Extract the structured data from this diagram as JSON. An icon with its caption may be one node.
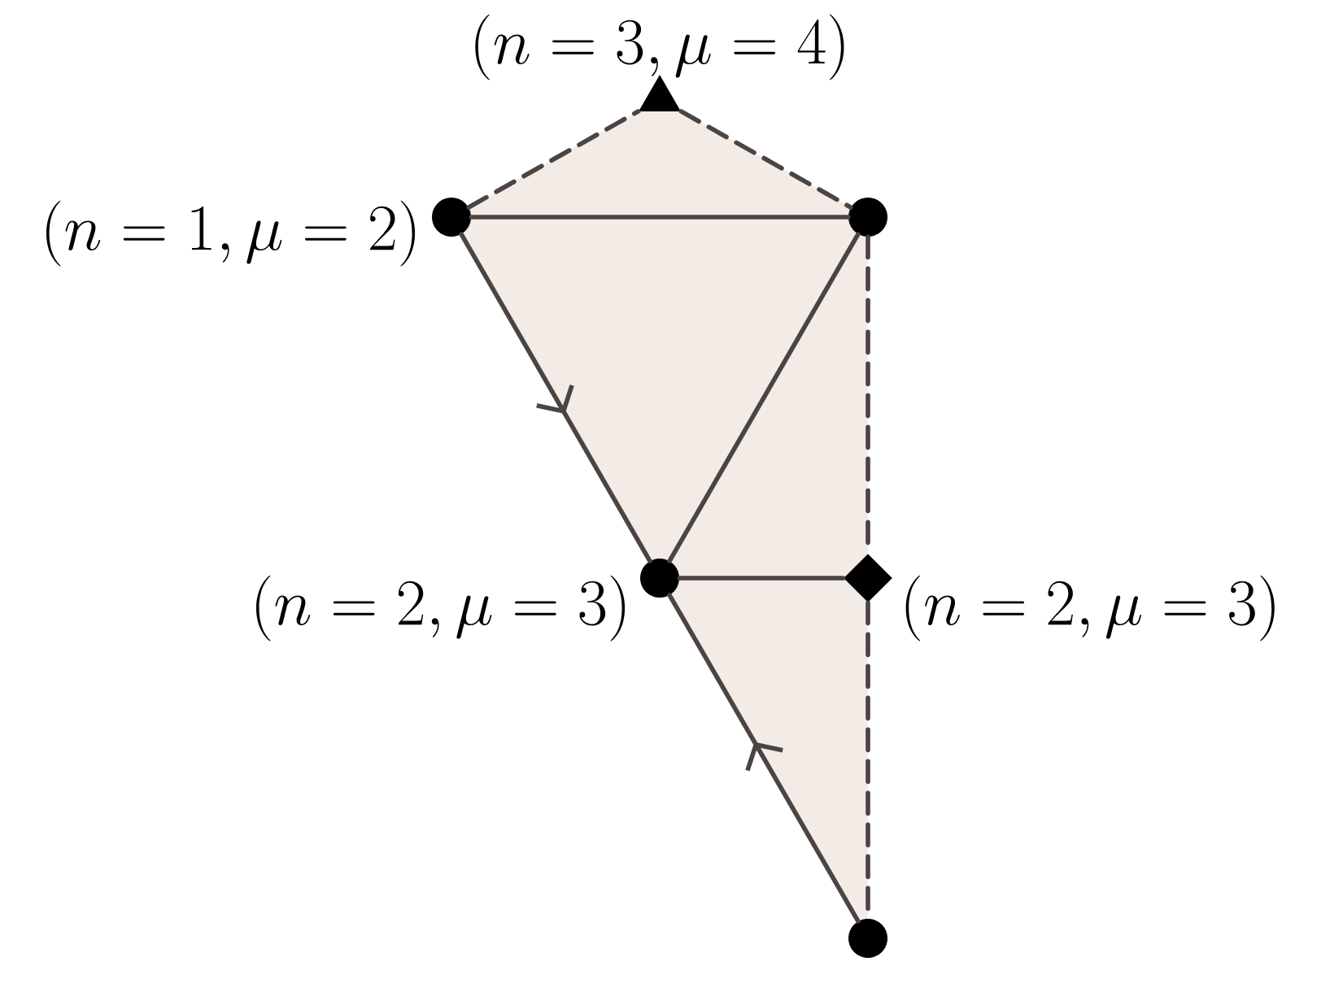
{
  "diagram": {
    "nodes": [
      {
        "text": [],
        "shape": "triangle",
        "beside": [
          "(n = 3, \\mu = 4)"
        ]
      },
      {
        "text": [],
        "shape": "circle",
        "beside": [
          "(n = 1, \\mu = 2)"
        ]
      },
      {
        "text": [],
        "shape": "circle"
      },
      {
        "text": [],
        "shape": "circle",
        "beside": [
          "(n = 2, \\mu = 3)"
        ]
      },
      {
        "text": [],
        "shape": "diamond",
        "beside": [
          "(n = 2, \\mu = 3)"
        ]
      },
      {
        "text": [],
        "shape": "circle"
      }
    ],
    "edges": [
      {
        "from": 1,
        "to": 0,
        "arrow": "none",
        "style": "dashed"
      },
      {
        "from": 0,
        "to": 2,
        "arrow": "none",
        "style": "dashed"
      },
      {
        "from": 1,
        "to": 2,
        "arrow": "none"
      },
      {
        "from": 1,
        "to": 3,
        "arrow": "to"
      },
      {
        "from": 2,
        "to": 3,
        "arrow": "none"
      },
      {
        "from": 2,
        "to": 4,
        "arrow": "none",
        "style": "dashed"
      },
      {
        "from": 3,
        "to": 4,
        "arrow": "none"
      },
      {
        "from": 5,
        "to": 3,
        "arrow": "to"
      },
      {
        "from": 4,
        "to": 5,
        "arrow": "none",
        "style": "dashed"
      }
    ]
  }
}
